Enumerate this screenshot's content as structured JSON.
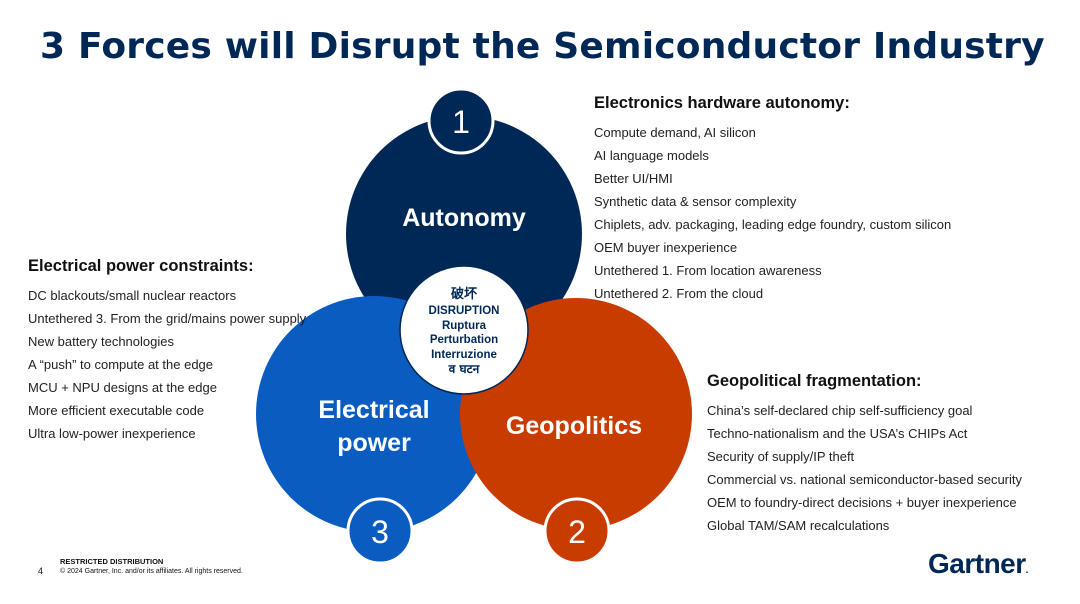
{
  "title": "3 Forces will Disrupt the Semiconductor Industry",
  "colors": {
    "navy": "#002856",
    "blue": "#0b5cc0",
    "orange": "#c83c00",
    "white": "#ffffff"
  },
  "circles": {
    "autonomy": {
      "number": "1",
      "label": "Autonomy"
    },
    "geopolitics": {
      "number": "2",
      "label": "Geopolitics"
    },
    "power": {
      "number": "3",
      "label_line1": "Electrical",
      "label_line2": "power"
    }
  },
  "center": {
    "line1": "破坏",
    "line2": "DISRUPTION",
    "line3": "Ruptura",
    "line4": "Perturbation",
    "line5": "Interruzione",
    "line6": "व घटन"
  },
  "autonomy_block": {
    "heading": "Electronics hardware autonomy:",
    "items": [
      "Compute demand, AI silicon",
      "AI language models",
      "Better UI/HMI",
      "Synthetic data & sensor complexity",
      "Chiplets, adv. packaging, leading edge foundry, custom silicon",
      "OEM buyer inexperience",
      "Untethered 1. From location awareness",
      "Untethered 2. From the cloud"
    ]
  },
  "power_block": {
    "heading": "Electrical power constraints:",
    "items": [
      "DC blackouts/small nuclear reactors",
      "Untethered 3. From the grid/mains power supply",
      "New battery technologies",
      "A “push” to compute at the edge",
      "MCU + NPU designs at the edge",
      "More efficient executable code",
      "Ultra low-power inexperience"
    ]
  },
  "geo_block": {
    "heading": "Geopolitical fragmentation:",
    "items": [
      "China’s self-declared chip self-sufficiency goal",
      "Techno-nationalism and the USA’s CHIPs Act",
      "Security of supply/IP theft",
      "Commercial vs. national semiconductor-based security",
      "OEM to foundry-direct decisions + buyer inexperience",
      "Global TAM/SAM recalculations"
    ]
  },
  "footer": {
    "page": "4",
    "distribution": "RESTRICTED DISTRIBUTION",
    "copyright": "© 2024 Gartner, Inc. and/or its affiliates. All rights reserved."
  },
  "logo": {
    "text": "Gartner",
    "mark": "."
  }
}
